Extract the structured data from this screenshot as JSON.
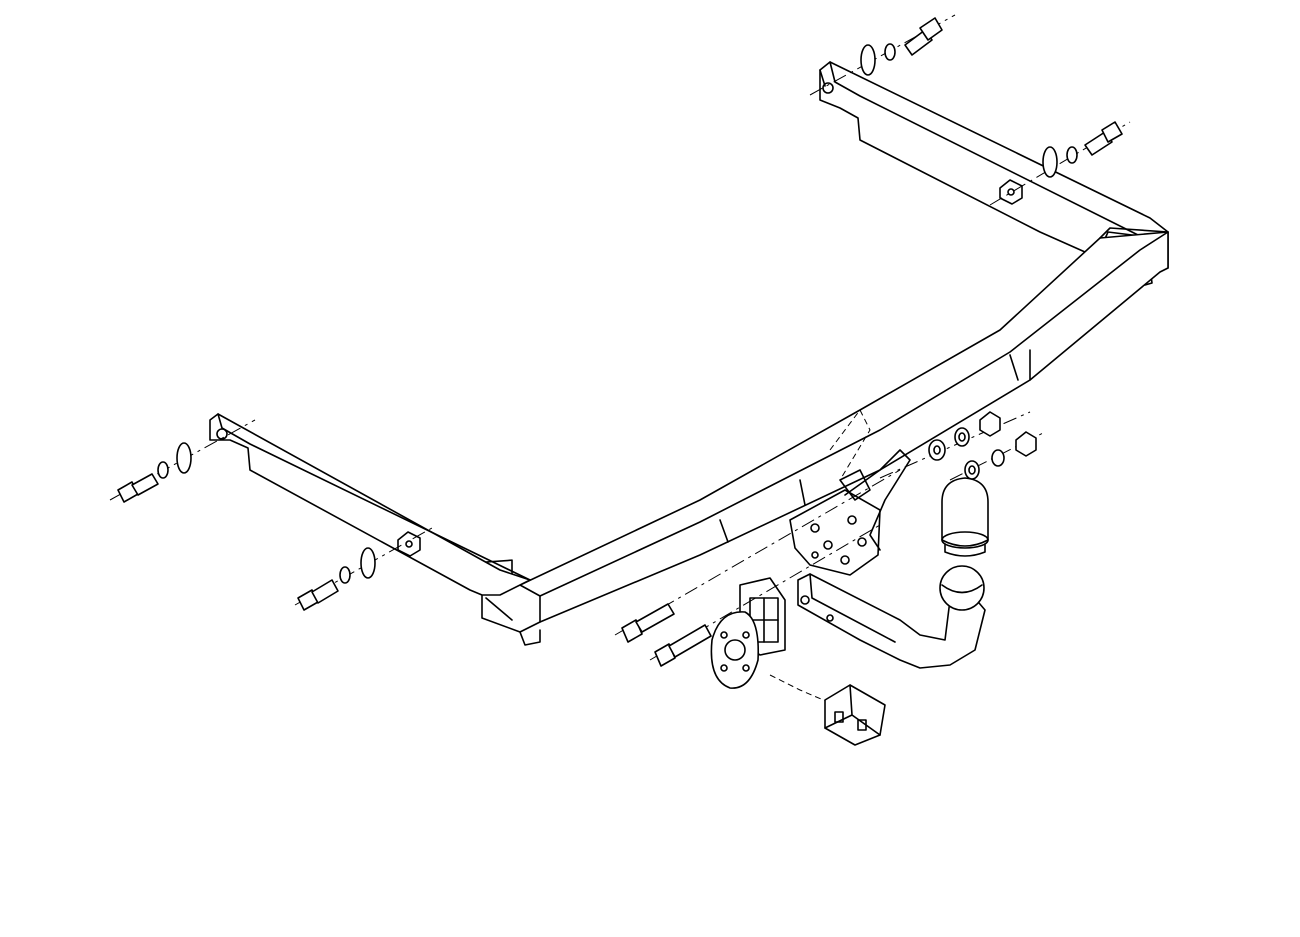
{
  "figure": {
    "kind": "exploded assembly drawing",
    "background": "#ffffff",
    "stroke": "#000000",
    "parts": {
      "crossbar": "crossbar-beam",
      "left_arm": "left-side-arm",
      "right_arm": "right-side-arm",
      "tow_ball": "tow-ball-neck",
      "ball_cover": "ball-cover-cap",
      "socket_plate": "socket-plate",
      "electric_socket": "electric-socket",
      "wiring_connector": "wiring-connector",
      "mounting_bracket": "mounting-bracket",
      "bolts": "hex-bolt",
      "washers": "flat-washer",
      "nuts": "hex-nut"
    }
  }
}
